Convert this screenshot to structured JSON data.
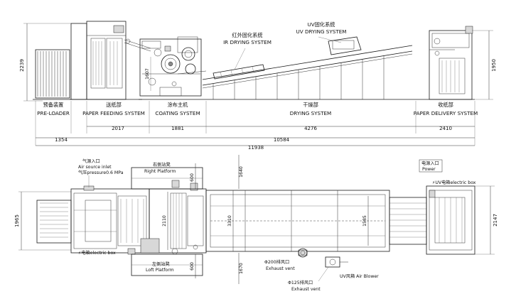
{
  "elevation": {
    "sections": [
      {
        "cn": "预备装置",
        "en": "PRE-LOADER"
      },
      {
        "cn": "送纸部",
        "en": "PAPER FEEDING SYSTEM"
      },
      {
        "cn": "涂布主机",
        "en": "COATING SYSTEM"
      },
      {
        "cn": "干燥部",
        "en": "DRYING SYSTEM"
      },
      {
        "cn": "收纸部",
        "en": "PAPER DELIVERY SYSTEM"
      }
    ],
    "ir": {
      "cn": "红外固化系统",
      "en": "IR DRYING SYSTEM"
    },
    "uv": {
      "cn": "UV固化系统",
      "en": "UV DRYING SYSTEM"
    },
    "dims": {
      "height_left": "2239",
      "height_right": "1950",
      "height_coating": "1607",
      "feed": "2017",
      "coat": "1881",
      "dry": "4276",
      "deliv": "2410",
      "pre": "1354",
      "mid": "10584",
      "total": "11938"
    }
  },
  "plan": {
    "air_inlet_cn": "气源入口",
    "air_inlet_en": "Air source inlet",
    "air_pressure": "气压pressure0.6 MPa",
    "right_platform_cn": "右侧站凳",
    "right_platform_en": "Right Platform",
    "left_platform_cn": "左侧站凳",
    "left_platform_en": "Loft Platform",
    "power_cn": "电源入口",
    "power_en": "Power",
    "uv_box": "UV电箱electric box",
    "e_box": "电箱electric box",
    "exhaust200_cn": "Φ200排风口",
    "exhaust200_en": "Exhaust vent",
    "exhaust125_cn": "Φ125排风口",
    "exhaust125_en": "Exhaust vent",
    "blower": "UV风箱 Air Blower",
    "dims": {
      "w_left": "1965",
      "w_right": "2147",
      "d600a": "600",
      "d600b": "600",
      "d2110": "2110",
      "d3310": "3310",
      "d1640": "1640",
      "d1670": "1670",
      "d1585": "1585"
    }
  }
}
